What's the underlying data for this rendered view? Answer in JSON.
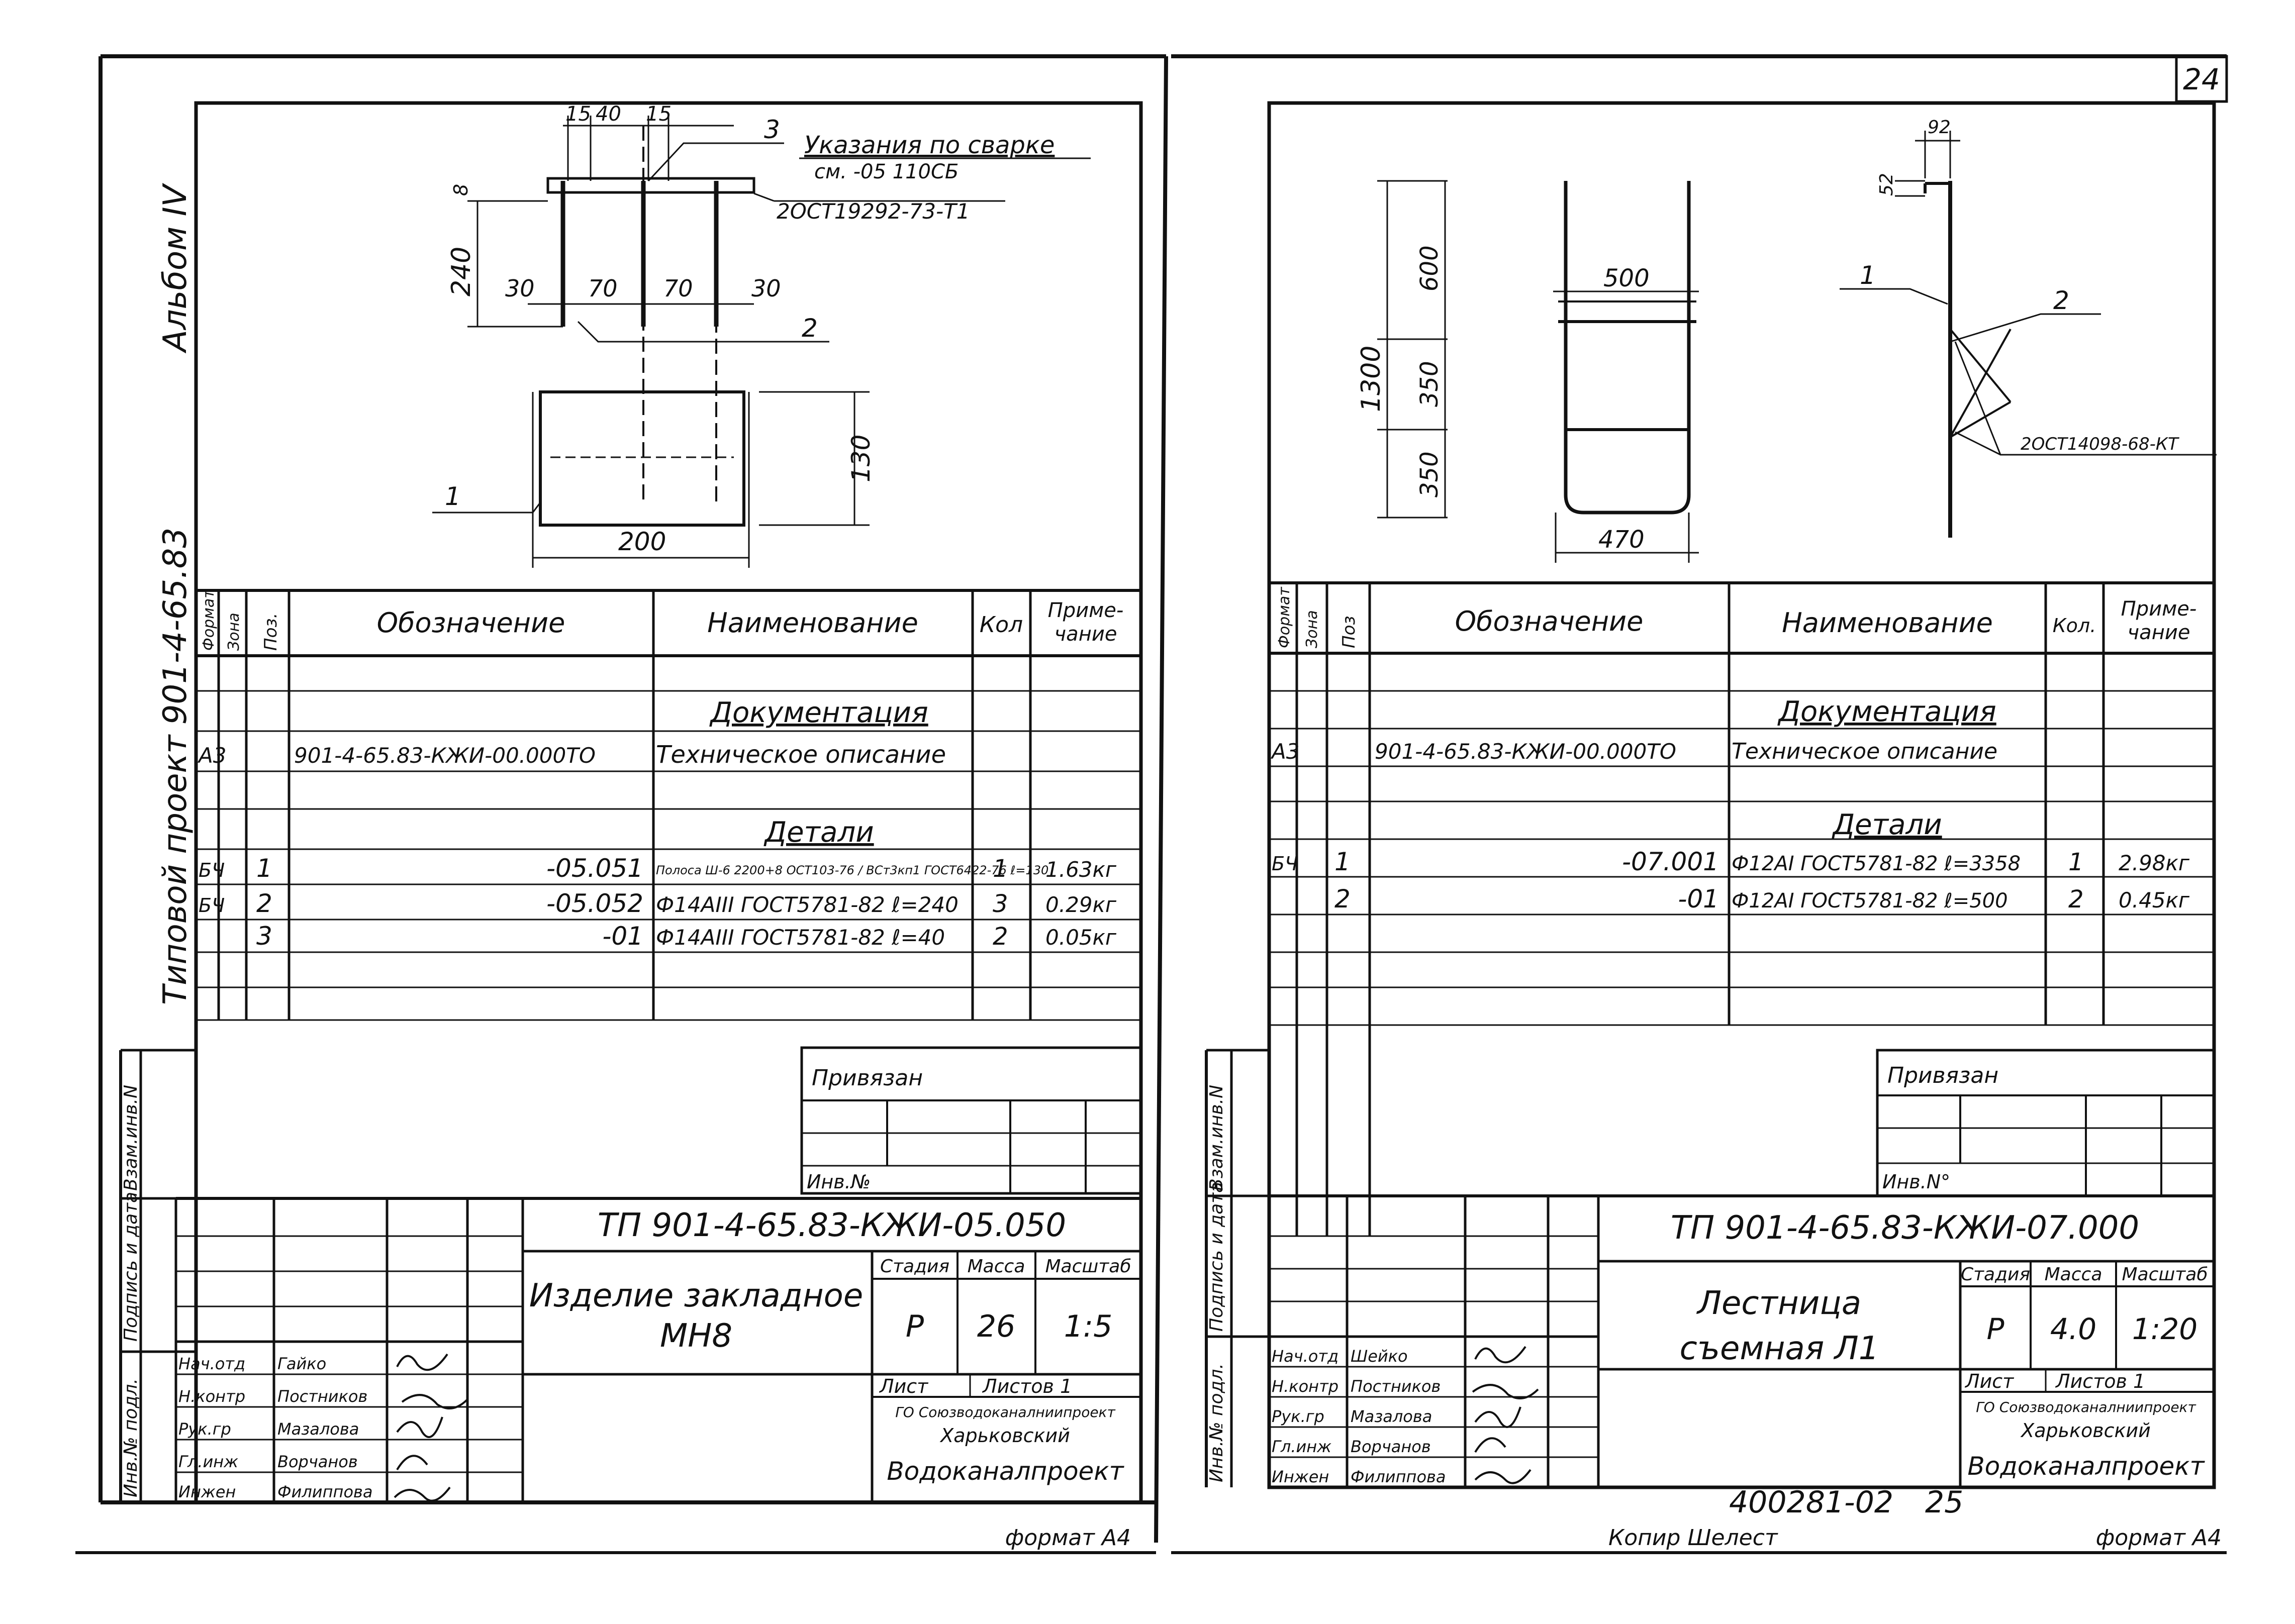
{
  "page_number": "24",
  "left_sheet": {
    "side_caption": {
      "album": "Альбом IV",
      "project": "Типовой проект 901-4-65.83"
    },
    "drawing": {
      "dims_top": [
        "15",
        "40",
        "15"
      ],
      "dims_mid": [
        "30",
        "70",
        "70",
        "30"
      ],
      "dim_height": "240",
      "dim_plate_thk": "8",
      "dim_plate_h": "130",
      "dim_plate_w": "200",
      "callout_1": "1",
      "callout_2": "2",
      "callout_3": "3",
      "welding_note_1": "Указания по сварке",
      "welding_note_2": "см. -05 110СБ",
      "weld_std": "2ОСТ19292-73-Т1"
    },
    "spec_headers": {
      "format": "Формат",
      "zone": "Зона",
      "pos": "Поз.",
      "designation": "Обозначение",
      "name": "Наименование",
      "qty": "Кол",
      "note_1": "Приме-",
      "note_2": "чание"
    },
    "spec_sections": {
      "doc": "Документация",
      "details": "Детали"
    },
    "spec_rows": [
      {
        "format": "А3",
        "pos": "",
        "designation": "901-4-65.83-КЖИ-00.000ТО",
        "name": "Техническое описание",
        "qty": "",
        "note": ""
      },
      {
        "format": "БЧ",
        "pos": "1",
        "designation": "-05.051",
        "name": "Полоса Ш-6 2200+8 ОСТ103-76 / ВСт3кп1 ГОСТ6422-76 ℓ=130",
        "qty": "1",
        "note": "1.63кг"
      },
      {
        "format": "БЧ",
        "pos": "2",
        "designation": "-05.052",
        "name": "Ф14АIII ГОСТ5781-82 ℓ=240",
        "qty": "3",
        "note": "0.29кг"
      },
      {
        "format": "",
        "pos": "3",
        "designation": "-01",
        "name": "Ф14АIII ГОСТ5781-82 ℓ=40",
        "qty": "2",
        "note": "0.05кг"
      }
    ],
    "bound_label": "Привязан",
    "inv_label": "Инв.№",
    "side_stamp_1": "Взам.инв.N",
    "side_stamp_2": "Подпись и дата",
    "side_stamp_3": "Инв.№ подл.",
    "title_block": {
      "code": "ТП 901-4-65.83-КЖИ-05.050",
      "title_1": "Изделие закладное",
      "title_2": "МН8",
      "col_stage": "Стадия",
      "col_mass": "Масса",
      "col_scale": "Масштаб",
      "stage": "Р",
      "mass": "26",
      "scale": "1:5",
      "sheet": "Лист",
      "sheets": "Листов 1",
      "org_1": "ГО Союзводоканалниипроект",
      "org_2": "Харьковский",
      "org_3": "Водоканалпроект",
      "roles": [
        "Нач.отд",
        "Н.контр",
        "Рук.гр",
        "Гл.инж",
        "Инжен"
      ],
      "names": [
        "Гайко",
        "Постников",
        "Мазалова",
        "Ворчанов",
        "Филиппова"
      ]
    },
    "footer": "формат А4"
  },
  "right_sheet": {
    "drawing": {
      "dim_total": "1300",
      "dim_a": "600",
      "dim_b": "350",
      "dim_c": "350",
      "dim_width_top": "500",
      "dim_width_bot": "470",
      "dim_hook_w": "92",
      "dim_hook_h": "52",
      "callout_1": "1",
      "callout_2": "2",
      "weld_std": "2ОСТ14098-68-КТ"
    },
    "spec_headers": {
      "format": "Формат",
      "zone": "Зона",
      "pos": "Поз",
      "designation": "Обозначение",
      "name": "Наименование",
      "qty": "Кол.",
      "note_1": "Приме-",
      "note_2": "чание"
    },
    "spec_sections": {
      "doc": "Документация",
      "details": "Детали"
    },
    "spec_rows": [
      {
        "format": "А3",
        "pos": "",
        "designation": "901-4-65.83-КЖИ-00.000ТО",
        "name": "Техническое описание",
        "qty": "",
        "note": ""
      },
      {
        "format": "БЧ",
        "pos": "1",
        "designation": "-07.001",
        "name": "Ф12АI ГОСТ5781-82 ℓ=3358",
        "qty": "1",
        "note": "2.98кг"
      },
      {
        "format": "",
        "pos": "2",
        "designation": "-01",
        "name": "Ф12АI ГОСТ5781-82 ℓ=500",
        "qty": "2",
        "note": "0.45кг"
      }
    ],
    "bound_label": "Привязан",
    "inv_label": "Инв.N°",
    "side_stamp_1": "Взам.инв.N",
    "side_stamp_2": "Подпись и дата",
    "side_stamp_3": "Инв.№ подл.",
    "title_block": {
      "code": "ТП 901-4-65.83-КЖИ-07.000",
      "title_1": "Лестница",
      "title_2": "съемная Л1",
      "col_stage": "Стадия",
      "col_mass": "Масса",
      "col_scale": "Масштаб",
      "stage": "Р",
      "mass": "4.0",
      "scale": "1:20",
      "sheet": "Лист",
      "sheets": "Листов 1",
      "org_1": "ГО Союзводоканалниипроект",
      "org_2": "Харьковский",
      "org_3": "Водоканалпроект",
      "roles": [
        "Нач.отд",
        "Н.контр",
        "Рук.гр",
        "Гл.инж",
        "Инжен"
      ],
      "names": [
        "Шейко",
        "Постников",
        "Мазалова",
        "Ворчанов",
        "Филиппова"
      ]
    },
    "doc_number": "400281-02",
    "doc_page": "25",
    "copied_by": "Копир Шелест",
    "footer": "формат А4"
  }
}
